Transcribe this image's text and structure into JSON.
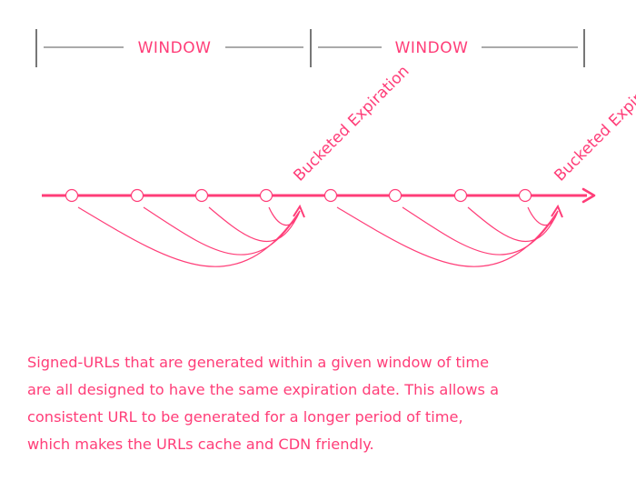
{
  "windows": [
    {
      "label": "WINDOW"
    },
    {
      "label": "WINDOW"
    }
  ],
  "buckets": [
    {
      "label": "Bucketed Expiration"
    },
    {
      "label": "Bucketed Expiration"
    }
  ],
  "caption": {
    "lines": [
      "Signed-URLs that are generated within a given window of time",
      "are all designed to have the same expiration date. This allows a",
      "consistent URL to be generated for a longer period of time,",
      "which makes the URLs cache and CDN friendly."
    ]
  },
  "colors": {
    "accent": "#ff3d78",
    "window_line": "#555555"
  }
}
